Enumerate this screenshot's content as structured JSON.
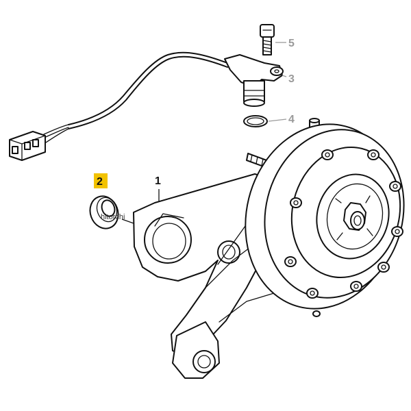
{
  "callouts": {
    "part_1": "1",
    "part_2": "2",
    "part_3": "3",
    "part_4": "4",
    "part_5": "5"
  },
  "watermark": "hitorchi",
  "colors": {
    "highlight_box": "#f2c200",
    "line": "#111111",
    "callout_grey": "#9a9a9a"
  }
}
